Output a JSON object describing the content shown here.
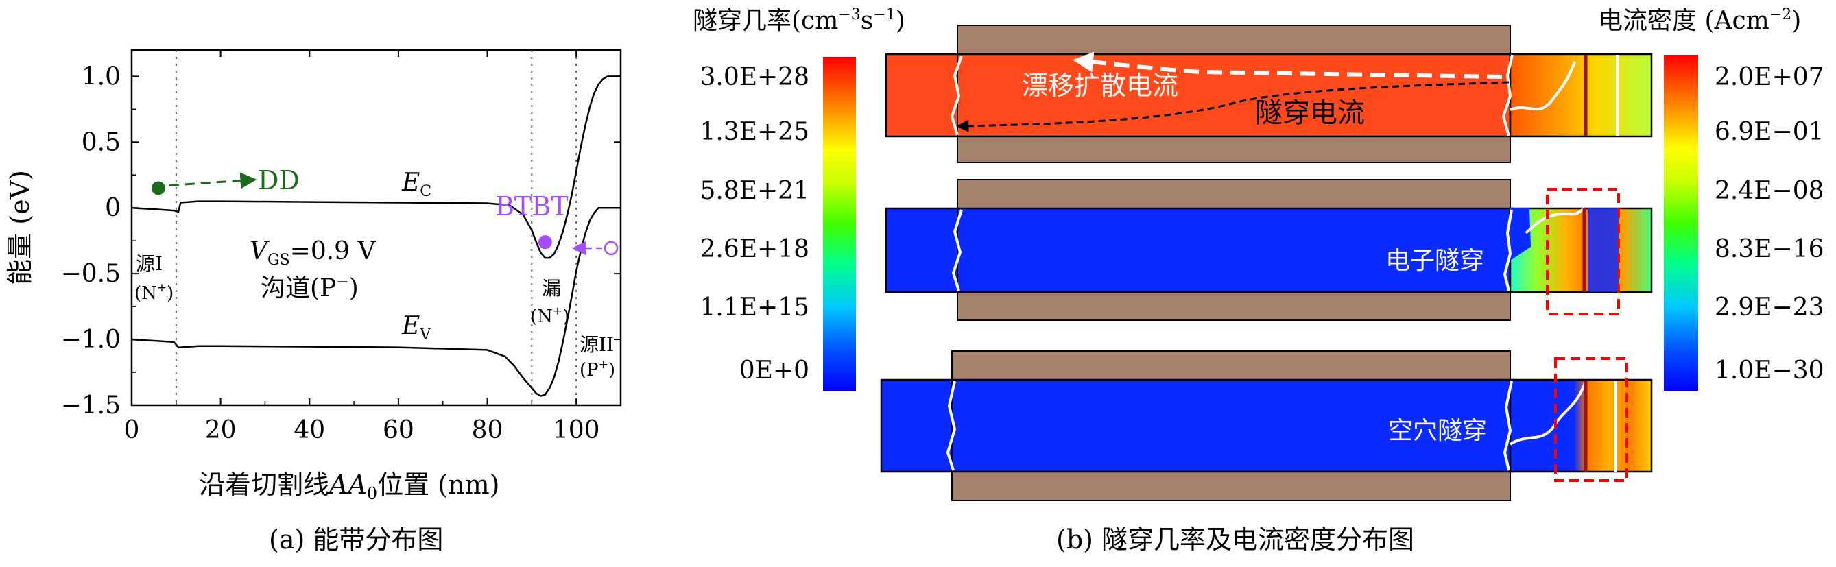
{
  "panel_a": {
    "caption": "(a) 能带分布图",
    "xlabel_prefix": "沿着切割线",
    "xlabel_var": "AA",
    "xlabel_sub": "0",
    "xlabel_suffix": "位置 (nm)",
    "ylabel": "能量 (eV)",
    "dd_label": "DD",
    "btbt_label": "BTBT",
    "ec_main": "E",
    "ec_sub": "C",
    "ev_main": "E",
    "ev_sub": "V",
    "vgs_main": "V",
    "vgs_sub": "GS",
    "vgs_value": "=0.9 V",
    "channel_label": "沟道(P",
    "channel_sup": "−",
    "channel_close": ")",
    "source1_line1": "源I",
    "source1_line2": "(N",
    "source1_sup": "+",
    "drain_line1": "漏",
    "drain_line2": "(N",
    "drain_sup": "+",
    "source2_line1": "源II",
    "source2_line2": "(P",
    "source2_sup": "+",
    "close_paren": ")",
    "colors": {
      "dd": "#1a6b1a",
      "btbt": "#a64dff"
    }
  },
  "chart_data": {
    "type": "line",
    "xlabel": "沿着切割线AA0位置 (nm)",
    "ylabel": "能量 (eV)",
    "xlim": [
      0,
      110
    ],
    "ylim": [
      -1.5,
      1.2
    ],
    "xticks": [
      "0",
      "20",
      "40",
      "60",
      "80",
      "100"
    ],
    "yticks": [
      "1.0",
      "0.5",
      "0",
      "−0.5",
      "−1.0",
      "−1.5"
    ],
    "xtick_values": [
      0,
      20,
      40,
      60,
      80,
      100
    ],
    "ytick_values": [
      1.0,
      0.5,
      0,
      -0.5,
      -1.0,
      -1.5
    ],
    "vlines": [
      10,
      90,
      100
    ],
    "series": [
      {
        "name": "EC",
        "x": [
          0,
          5,
          9.5,
          10.5,
          11,
          15,
          20,
          40,
          60,
          80,
          85,
          88,
          90,
          91,
          92,
          93,
          94,
          95,
          96,
          97,
          98,
          99,
          100,
          101,
          102,
          103,
          104,
          105,
          106,
          107,
          108,
          110
        ],
        "y": [
          0.0,
          -0.01,
          -0.02,
          -0.03,
          0.04,
          0.05,
          0.05,
          0.045,
          0.04,
          0.035,
          0.02,
          -0.05,
          -0.17,
          -0.26,
          -0.34,
          -0.38,
          -0.38,
          -0.35,
          -0.28,
          -0.18,
          -0.05,
          0.1,
          0.28,
          0.46,
          0.62,
          0.76,
          0.87,
          0.94,
          0.98,
          1.0,
          1.0,
          1.0
        ]
      },
      {
        "name": "EV",
        "x": [
          0,
          5,
          9.5,
          10.5,
          11,
          15,
          20,
          40,
          60,
          80,
          84,
          86,
          88,
          90,
          91,
          92,
          93,
          94,
          95,
          96,
          97,
          98,
          99,
          100,
          101,
          102,
          103,
          104,
          105,
          106,
          107,
          108,
          110
        ],
        "y": [
          -1.0,
          -1.01,
          -1.02,
          -1.06,
          -1.06,
          -1.05,
          -1.05,
          -1.055,
          -1.06,
          -1.08,
          -1.13,
          -1.2,
          -1.29,
          -1.37,
          -1.41,
          -1.43,
          -1.42,
          -1.37,
          -1.29,
          -1.17,
          -1.02,
          -0.85,
          -0.67,
          -0.48,
          -0.33,
          -0.2,
          -0.1,
          -0.04,
          0.0,
          0.0,
          0.0,
          0.0,
          0.0
        ]
      }
    ],
    "points": [
      {
        "name": "DD",
        "x": 6,
        "y": 0.15,
        "color": "#1a6b1a"
      },
      {
        "name": "BTBT",
        "x": 93,
        "y": -0.26,
        "color": "#a64dff"
      }
    ]
  },
  "panel_b": {
    "caption": "(b) 隧穿几率及电流密度分布图",
    "left_bar_title_main": "隧穿几率(cm",
    "left_bar_title_sup1": "−3",
    "left_bar_title_mid": "s",
    "left_bar_title_sup2": "−1",
    "left_bar_title_close": ")",
    "right_bar_title_main": "电流密度 (Acm",
    "right_bar_title_sup": "−2",
    "right_bar_title_close": ")",
    "left_ticks": [
      "3.0E+28",
      "1.3E+25",
      "5.8E+21",
      "2.6E+18",
      "1.1E+15",
      "0E+0"
    ],
    "right_ticks": [
      "2.0E+07",
      "6.9E−01",
      "2.4E−08",
      "8.3E−16",
      "2.9E−23",
      "1.0E−30"
    ],
    "label_drift": "漂移扩散电流",
    "label_tunnel": "隧穿电流",
    "label_electron": "电子隧穿",
    "label_hole": "空穴隧穿",
    "colors": {
      "gate": "#a5806a",
      "high": "#ff3b1a",
      "low": "#0a2aff",
      "highlight": "#ff0000"
    }
  }
}
